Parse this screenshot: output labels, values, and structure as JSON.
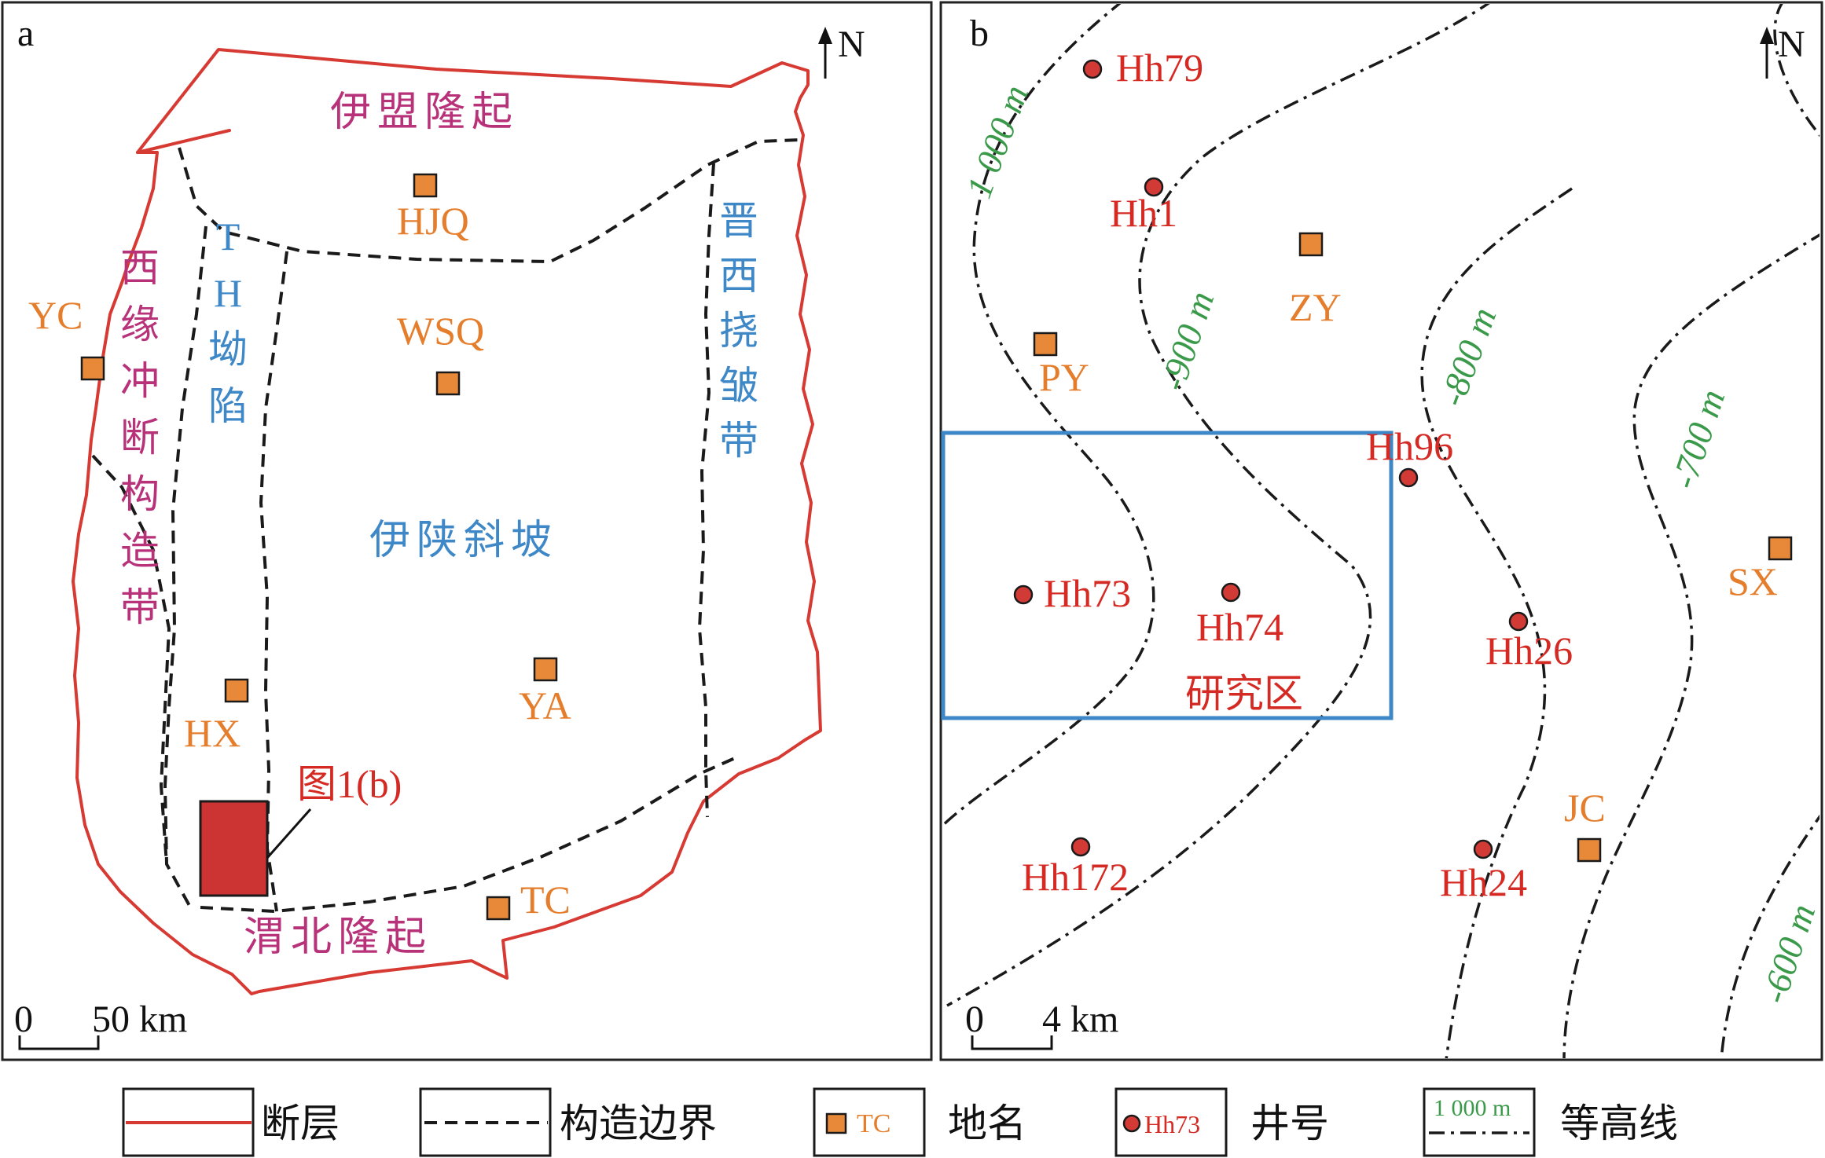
{
  "panel_a": {
    "label": "a",
    "north": "N",
    "scale": {
      "zero": "0",
      "value": "50 km"
    },
    "regions_magenta": [
      {
        "name": "yimeng",
        "text": "伊盟隆起"
      },
      {
        "name": "weibei",
        "text": "渭北隆起"
      }
    ],
    "regions_vertical": [
      {
        "name": "xiyuan",
        "chars": [
          "西",
          "缘",
          "冲",
          "断",
          "构",
          "造",
          "带"
        ],
        "color": "#b8327a"
      },
      {
        "name": "th",
        "chars": [
          "T",
          "H",
          "坳",
          "陷"
        ],
        "color": "#3f88c7"
      },
      {
        "name": "jinxi",
        "chars": [
          "晋",
          "西",
          "挠",
          "皱",
          "带"
        ],
        "color": "#3f88c7"
      }
    ],
    "region_center": "伊陕斜坡",
    "places": [
      "YC",
      "HJQ",
      "WSQ",
      "HX",
      "YA",
      "TC"
    ],
    "inset_label": "图1(b)"
  },
  "panel_b": {
    "label": "b",
    "north": "N",
    "scale": {
      "zero": "0",
      "value": "4 km"
    },
    "wells": [
      "Hh79",
      "Hh1",
      "Hh96",
      "Hh73",
      "Hh74",
      "Hh26",
      "Hh172",
      "Hh24"
    ],
    "places": [
      "ZY",
      "PY",
      "SX",
      "JC"
    ],
    "contours": [
      "1 000 m",
      "-900 m",
      "-800 m",
      "-700 m",
      "-600 m"
    ],
    "study_area": "研究区"
  },
  "legend": [
    {
      "name": "fault",
      "label": "断层"
    },
    {
      "name": "boundary",
      "label": "构造边界"
    },
    {
      "name": "place",
      "label": "地名",
      "sample": "TC"
    },
    {
      "name": "well",
      "label": "井号",
      "sample": "Hh73"
    },
    {
      "name": "contour",
      "label": "等高线",
      "sample": "1 000 m"
    }
  ],
  "colors": {
    "fault": "#d63a33",
    "place": "#e8893a",
    "well": "#d23a36",
    "study_area": "#3f88c7",
    "contour_label": "#3a9a4a"
  }
}
